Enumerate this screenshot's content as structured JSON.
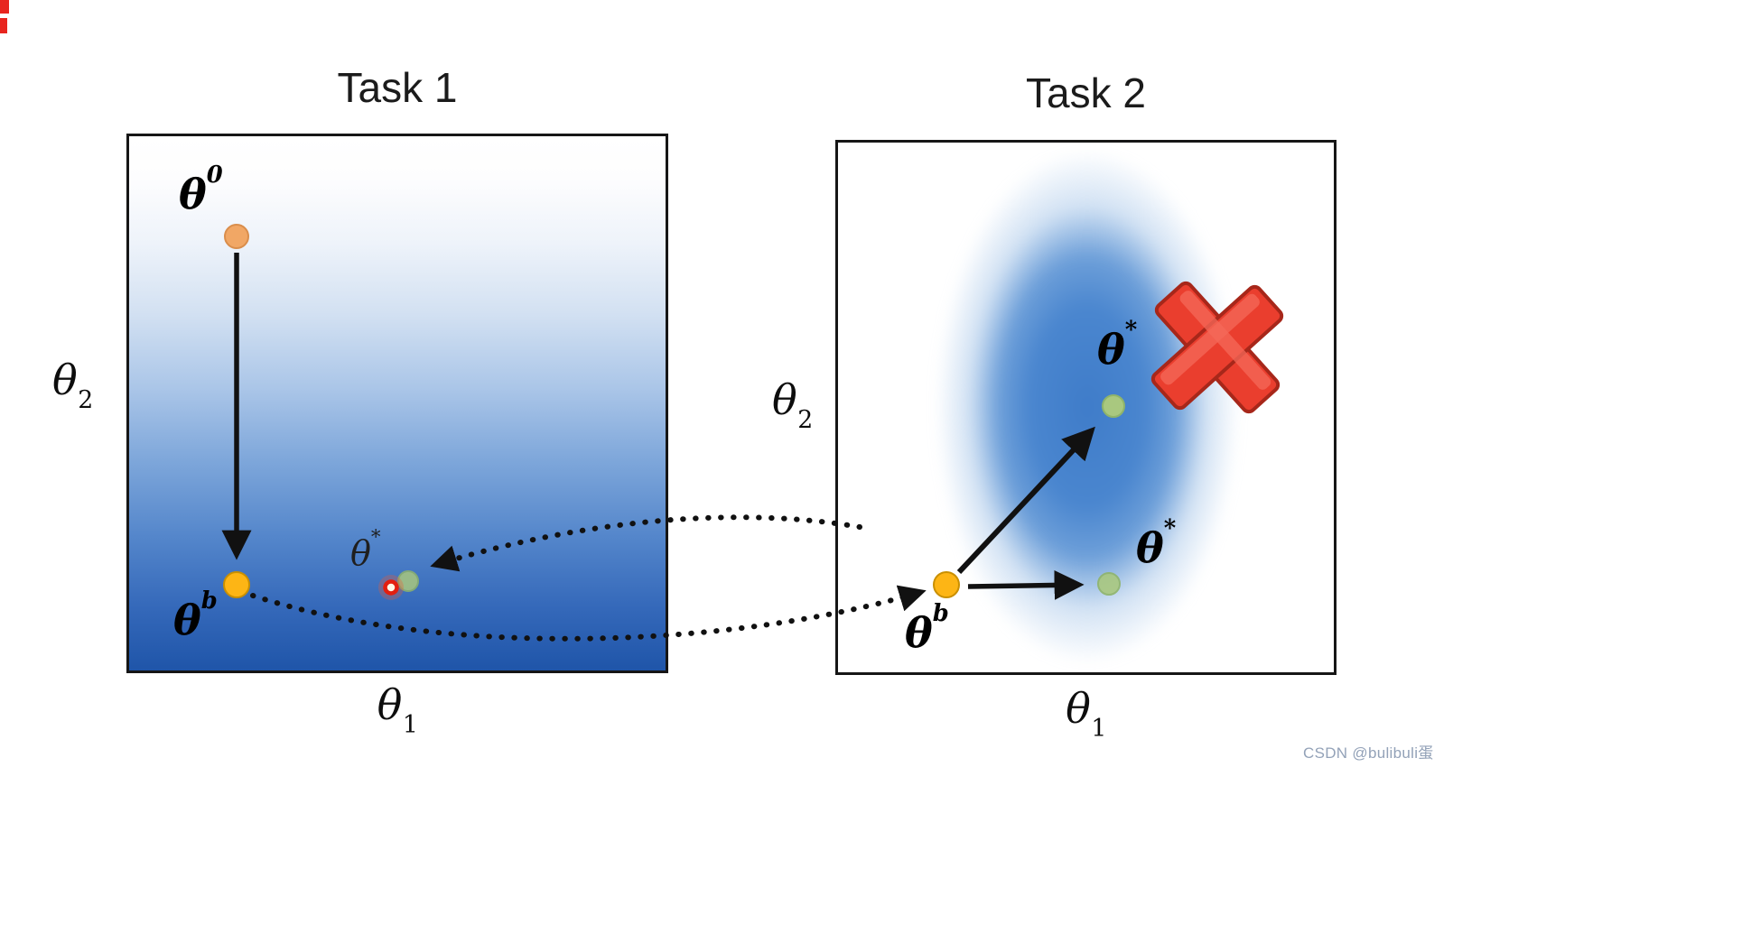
{
  "panels": {
    "task1": {
      "title": "Task 1"
    },
    "task2": {
      "title": "Task 2"
    }
  },
  "axes": {
    "theta1": {
      "base": "θ",
      "sub": "1"
    },
    "theta2": {
      "base": "θ",
      "sub": "2"
    }
  },
  "labels": {
    "theta_init": {
      "base": "θ",
      "sup": "0"
    },
    "theta_basin": {
      "base": "θ",
      "sup": "b"
    },
    "theta_star": {
      "base": "θ",
      "sup": "*"
    }
  },
  "icons": {
    "error_x": "red-cross-mark",
    "target_ring": "red-target-circle"
  },
  "colors": {
    "init_dot": "#f2a35e",
    "init_dot_edge": "#d98943",
    "basin_dot": "#fdb515",
    "basin_dot_edge": "#c98f00",
    "optimum_dot": "#a9c87f",
    "optimum_dot_edge": "#8fb46a",
    "target_ring": "#e31f0f",
    "arrow": "#111111",
    "error_x_fill": "#ea3e2e",
    "error_x_edge": "#a7271a"
  },
  "watermark": "CSDN @bulibuli蛋"
}
